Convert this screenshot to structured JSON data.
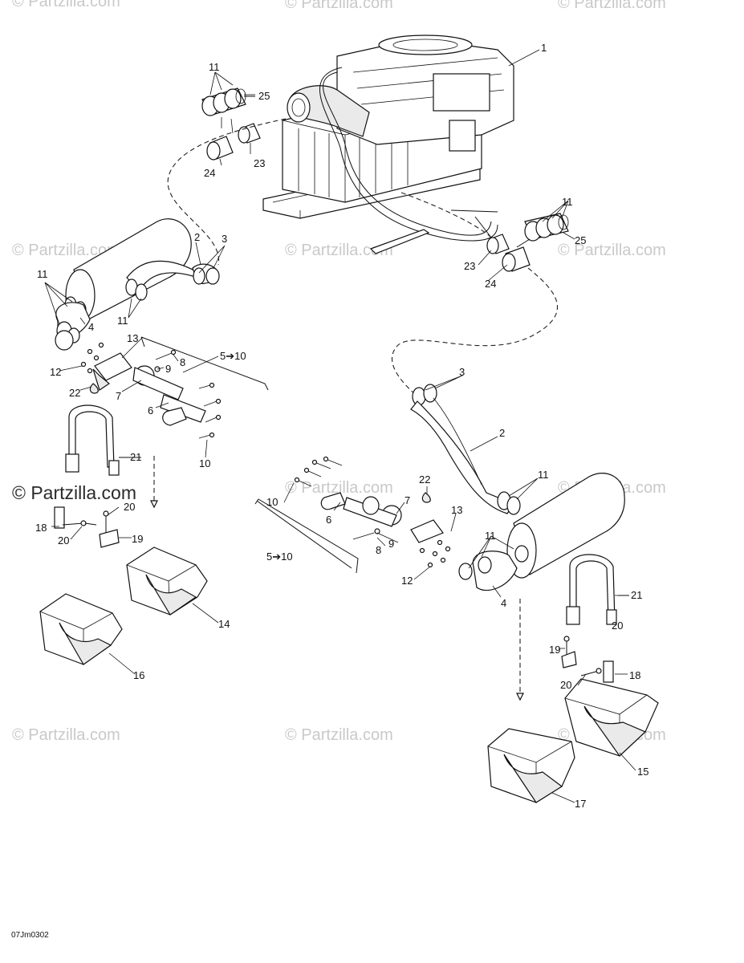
{
  "watermark": {
    "text": "© Partzilla.com",
    "emphasized_text": "© Partzilla.com"
  },
  "drawing_code": "07Jm0302",
  "callouts": {
    "engine": "1",
    "hose_left": "2",
    "hose_right": "2",
    "clamps_left_top": "3",
    "clamps_right_top": "3",
    "elbow_left": "4",
    "elbow_right": "4",
    "group_left": "5➔10",
    "group_right": "5➔10",
    "pipe_left": "6",
    "pipe_right": "6",
    "sleeve_left": "7",
    "sleeve_right": "7",
    "screw_left": "8",
    "screw_right": "8",
    "washer_left": "9",
    "washer_right": "9",
    "bolt_left": "10",
    "bolt_right": "10",
    "clamp_top_left": "11",
    "clamp_top_right": "11",
    "clamp_muffler_left_a": "11",
    "clamp_muffler_left_b": "11",
    "clamp_muffler_right_a": "11",
    "clamp_muffler_right_b": "11",
    "nut_left": "12",
    "nut_right": "12",
    "bracket_left": "13",
    "bracket_right": "13",
    "support_14": "14",
    "support_15": "15",
    "support_16": "16",
    "support_17": "17",
    "plate_left": "18",
    "plate_right": "18",
    "clip_left": "19",
    "clip_right": "19",
    "rivet_left_a": "20",
    "rivet_left_b": "20",
    "rivet_right_a": "20",
    "rivet_right_b": "20",
    "strap_left": "21",
    "strap_right": "21",
    "sealant_left": "22",
    "sealant_right": "22",
    "coupler_left": "23",
    "coupler_right": "23",
    "adapter_left": "24",
    "adapter_right": "24",
    "clamp_kit_left": "25",
    "clamp_kit_right": "25"
  }
}
